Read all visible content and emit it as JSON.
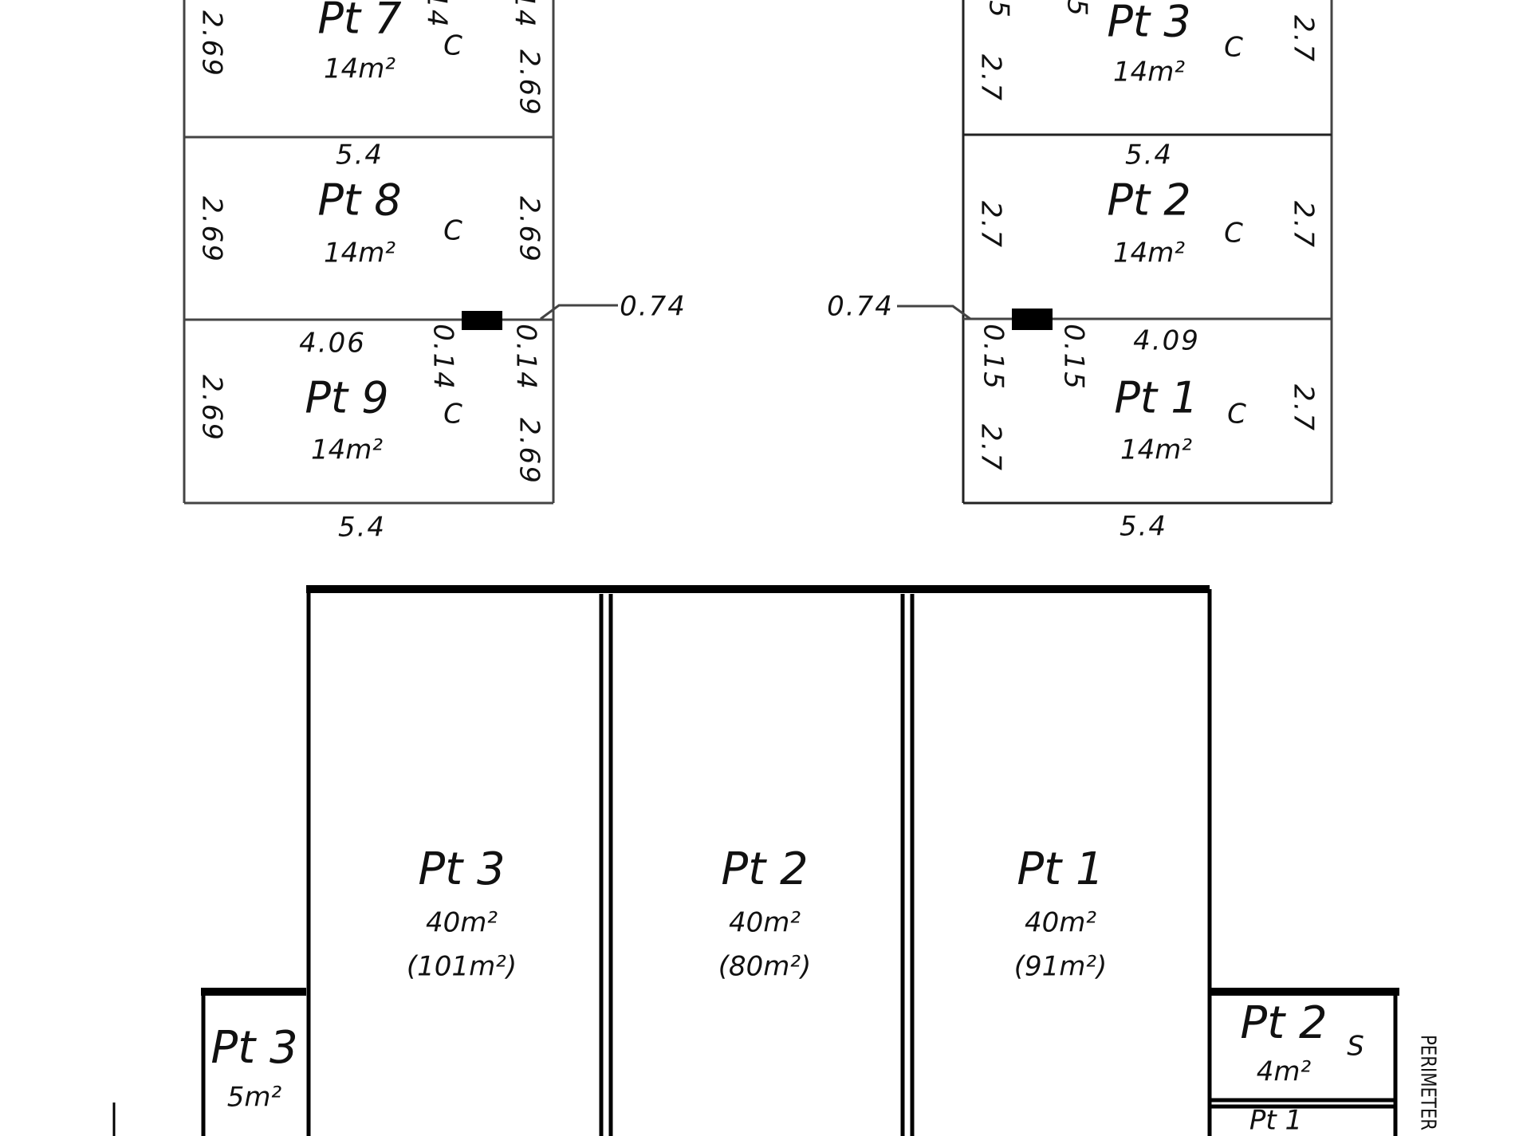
{
  "left_block": {
    "partial_top_a": "14",
    "partial_top_b": "14",
    "pt7": {
      "label": "Pt 7",
      "area": "14m²",
      "left": "2.69",
      "right": "2.69",
      "mark": "C"
    },
    "pt8": {
      "top": "5.4",
      "label": "Pt 8",
      "area": "14m²",
      "left": "2.69",
      "right": "2.69",
      "mark": "C"
    },
    "leader": "0.74",
    "pt9": {
      "top": "4.06",
      "gap_a": "0.14",
      "gap_b": "0.14",
      "label": "Pt 9",
      "area": "14m²",
      "left": "2.69",
      "right": "2.69",
      "mark": "C"
    },
    "bottom": "5.4"
  },
  "right_block": {
    "partial_top_a": "5",
    "partial_top_b": "5",
    "pt3": {
      "label": "Pt 3",
      "area": "14m²",
      "left": "2.7",
      "right": "2.7",
      "mark": "C"
    },
    "pt2": {
      "top": "5.4",
      "label": "Pt 2",
      "area": "14m²",
      "left": "2.7",
      "right": "2.7",
      "mark": "C"
    },
    "leader": "0.74",
    "pt1": {
      "top": "4.09",
      "gap_a": "0.15",
      "gap_b": "0.15",
      "label": "Pt 1",
      "area": "14m²",
      "left": "2.7",
      "right": "2.7",
      "mark": "C"
    },
    "bottom": "5.4"
  },
  "lower_plan": {
    "pt3": {
      "label": "Pt 3",
      "area": "40m²",
      "total": "(101m²)"
    },
    "pt2": {
      "label": "Pt 2",
      "area": "40m²",
      "total": "(80m²)"
    },
    "pt1": {
      "label": "Pt 1",
      "area": "40m²",
      "total": "(91m²)"
    },
    "small_left": {
      "label": "Pt 3",
      "area": "5m²"
    },
    "small_right_top": {
      "label": "Pt 2",
      "area": "4m²",
      "mark": "S"
    },
    "small_right_bottom": {
      "label": "Pt 1"
    },
    "perimeter": "PERIMETER"
  }
}
